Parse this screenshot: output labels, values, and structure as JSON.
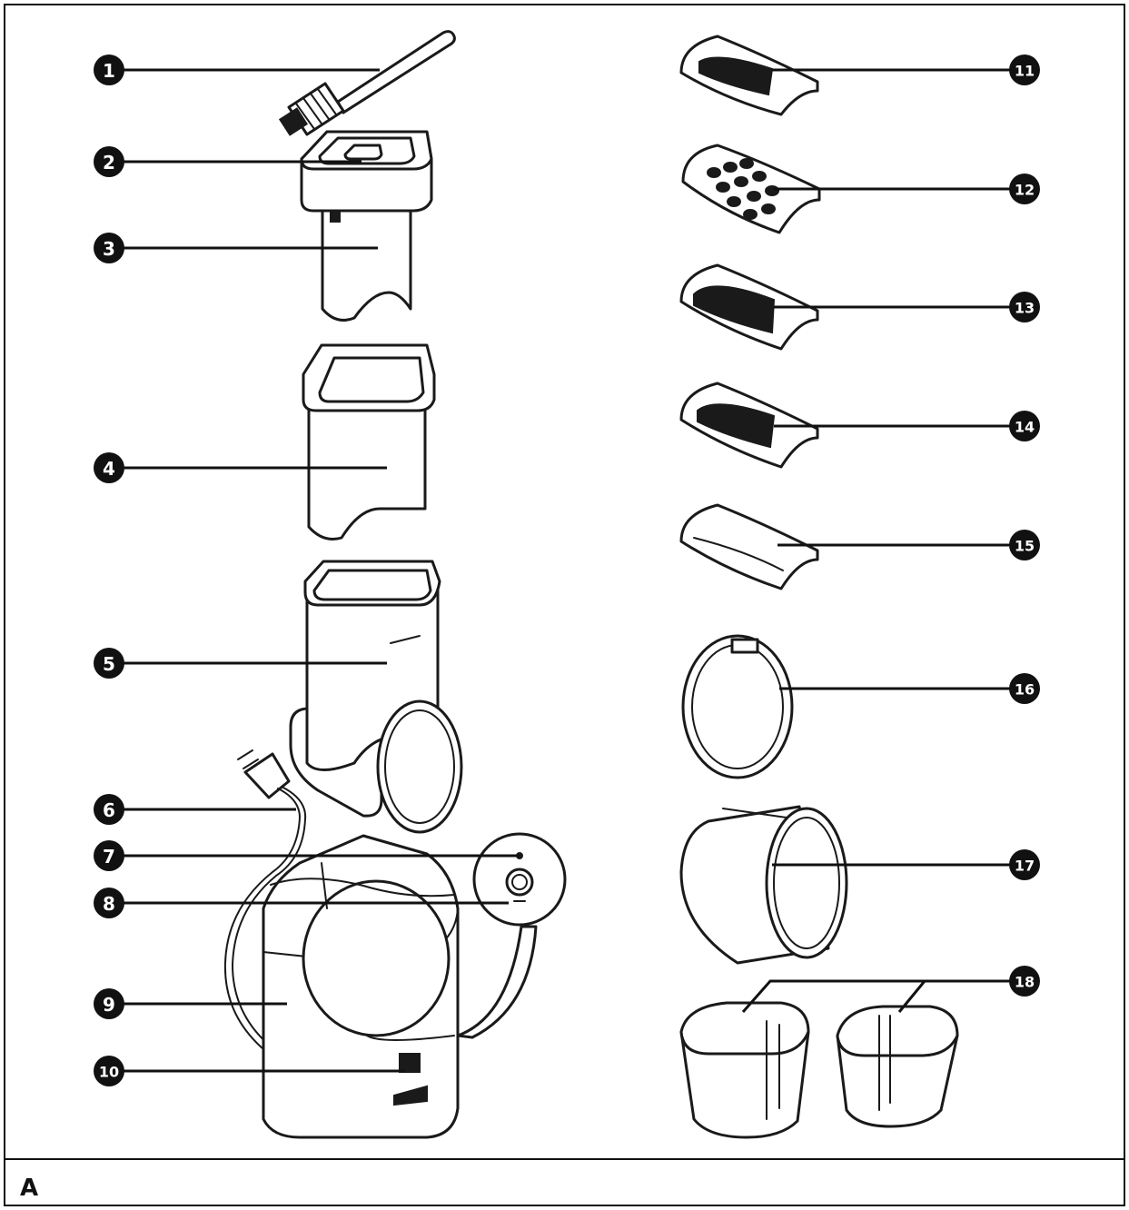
{
  "figure": {
    "label": "A",
    "colors": {
      "ink": "#111111",
      "badge": "#111111",
      "badge_text": "#ffffff",
      "paper": "#ffffff"
    }
  },
  "callouts": [
    {
      "number": "1",
      "part": "cleaning-brush"
    },
    {
      "number": "2",
      "part": "pusher-top"
    },
    {
      "number": "3",
      "part": "pusher-body"
    },
    {
      "number": "4",
      "part": "feed-tube"
    },
    {
      "number": "5",
      "part": "drum-housing"
    },
    {
      "number": "6",
      "part": "power-cord"
    },
    {
      "number": "7",
      "part": "indicator-light"
    },
    {
      "number": "8",
      "part": "power-button"
    },
    {
      "number": "9",
      "part": "motor-base"
    },
    {
      "number": "10",
      "part": "release-button"
    },
    {
      "number": "11",
      "part": "coarse-grater-insert"
    },
    {
      "number": "12",
      "part": "grating-insert-holes"
    },
    {
      "number": "13",
      "part": "fine-grater-insert"
    },
    {
      "number": "14",
      "part": "medium-grater-insert"
    },
    {
      "number": "15",
      "part": "slicing-insert"
    },
    {
      "number": "16",
      "part": "drum-ring"
    },
    {
      "number": "17",
      "part": "drum"
    },
    {
      "number": "18",
      "part": "collection-containers"
    }
  ]
}
